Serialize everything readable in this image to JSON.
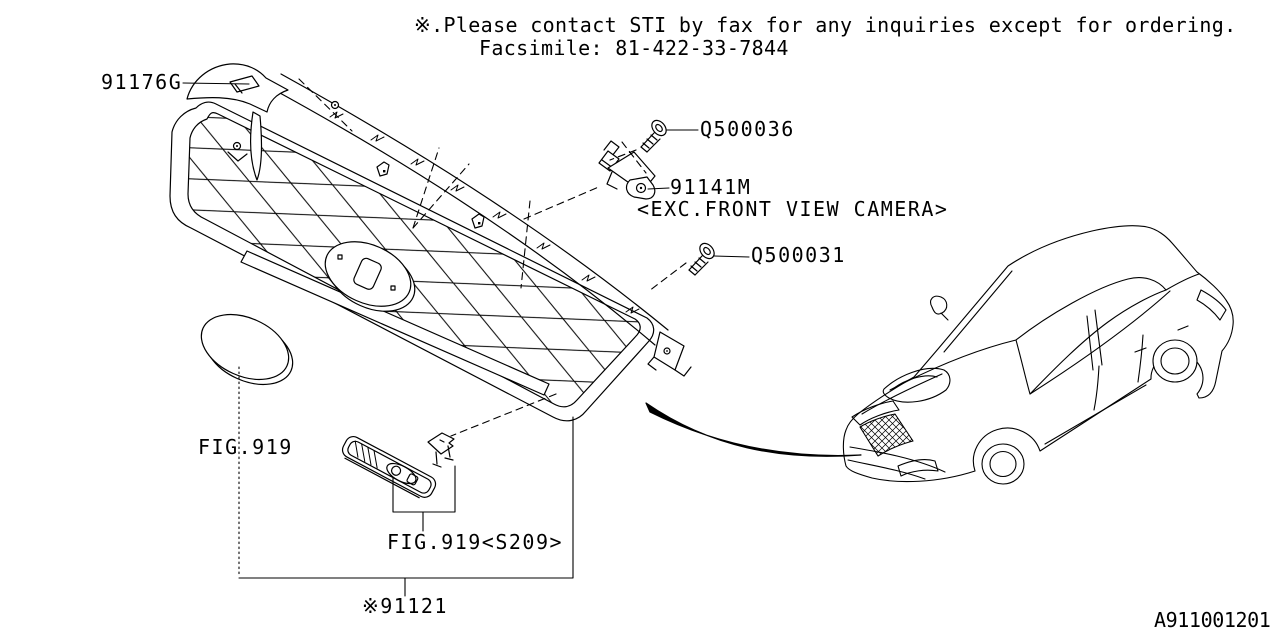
{
  "note": {
    "line1": "※.Please contact STI by fax for any inquiries except for ordering.",
    "line2": "Facsimile: 81-422-33-7844"
  },
  "diagram_id": "A911001201",
  "parts": {
    "trim_cap": {
      "label": "91176G"
    },
    "screw_upper": {
      "label": "Q500036"
    },
    "bracket": {
      "label": "91141M",
      "variant": "<EXC.FRONT VIEW CAMERA>"
    },
    "screw_lower": {
      "label": "Q500031"
    },
    "emblem_front": {
      "label": "FIG.919"
    },
    "badge_sti": {
      "label": "FIG.919<S209>"
    },
    "grille_assembly": {
      "label": "※91121"
    }
  },
  "colors": {
    "line": "#000000",
    "background": "#ffffff"
  }
}
